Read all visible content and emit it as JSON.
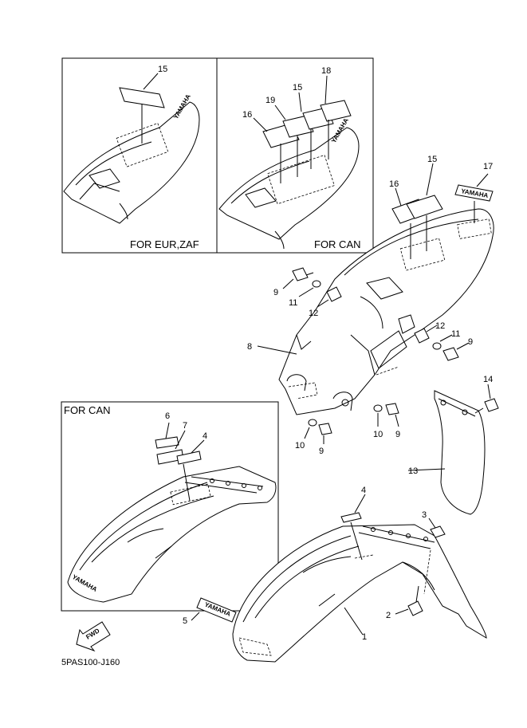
{
  "captions": {
    "eur_zaf": "FOR EUR,ZAF",
    "can_top": "FOR CAN",
    "can_bottom": "FOR CAN"
  },
  "part_numbers": {
    "box1_15": "15",
    "box2_18": "18",
    "box2_15": "15",
    "box2_19": "19",
    "box2_16": "16",
    "main_15": "15",
    "main_16": "16",
    "main_17": "17",
    "main_9a": "9",
    "main_11a": "11",
    "main_12a": "12",
    "main_12b": "12",
    "main_11b": "11",
    "main_9b": "9",
    "main_8": "8",
    "main_14": "14",
    "main_10a": "10",
    "main_9c": "9",
    "main_10b": "10",
    "main_9d": "9",
    "main_13": "13",
    "box3_6": "6",
    "box3_7": "7",
    "box3_4": "4",
    "main_4": "4",
    "main_3": "3",
    "main_2": "2",
    "main_5": "5",
    "main_1": "1"
  },
  "decals": {
    "yamaha_17": "YAMAHA",
    "yamaha_5": "YAMAHA",
    "fender_logo": "YAMAHA",
    "seat_logo": "YAMAHA"
  },
  "fwd_label": "FWD",
  "diagram_code": "5PAS100-J160"
}
